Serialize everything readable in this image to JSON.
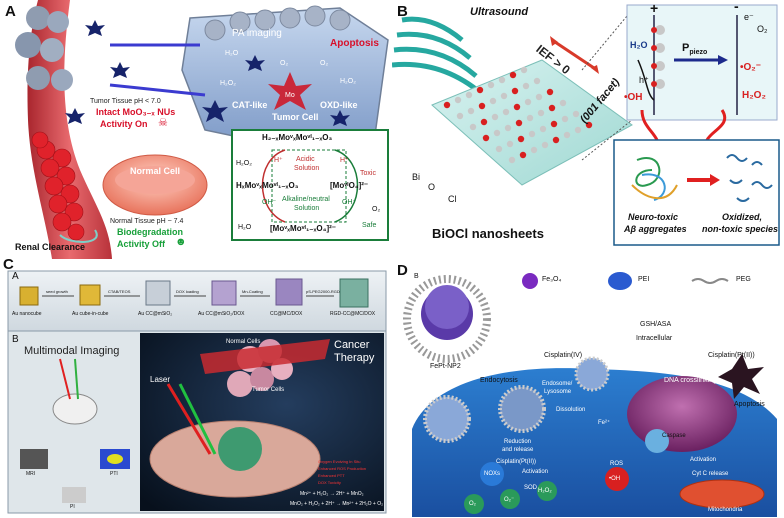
{
  "panelA": {
    "label": "A",
    "pa_imaging": "PA imaging",
    "apoptosis": "Apoptosis",
    "h2o": "H₂O",
    "o2a": "O₂",
    "o2b": "O₂",
    "h2o2a": "H₂O₂",
    "h2o2b": "H₂O₂",
    "cat_like": "CAT-like",
    "oxd_like": "OXD-like",
    "mo": "Mo",
    "tumor_cell": "Tumor Cell",
    "tumor_ph": "Tumor Tissue pH < 7.0",
    "intact": "Intact MoO₃₋ₓ NUs",
    "activity_on": "Activity On",
    "normal_cell": "Normal Cell",
    "normal_ph": "Normal Tissue pH ~ 7.4",
    "biodegradation": "Biodegradation",
    "activity_off": "Activity Off",
    "renal": "Renal Clearance",
    "box_top": "H₂₋ₓMoᵛₓMoᵛᴵ₁₋ₓO₃",
    "box_left": "HₓMoᵛₓMoᵛᴵ₁₋ₓO₃",
    "box_right": "[MoᵛᴵO₄]²⁻",
    "box_bottom": "[MoᵛₓMoᵛᴵ₁₋ₓO₄]²⁻",
    "acidic": "Acidic",
    "solution1": "Solution",
    "alkaline": "Alkaline/neutral",
    "solution2": "Solution",
    "toxic": "Toxic",
    "safe": "Safe",
    "hplus1": "H⁺",
    "hplus2": "H⁺",
    "oh1": "OH⁻",
    "oh2": "OH⁻",
    "box_h2o2": "H₂O₂",
    "box_h2o": "H₂O",
    "box_o2": "O₂"
  },
  "panelB": {
    "label": "B",
    "ultrasound": "Ultrasound",
    "ief": "IEF > 0",
    "facet": "(001 facet)",
    "bi": "Bi",
    "o": "O",
    "cl": "Cl",
    "caption": "BiOCl nanosheets",
    "plus": "+",
    "minus": "-",
    "piezo": "P",
    "piezo_sub": "piezo",
    "h2o": "H₂O",
    "o2": "O₂",
    "eminus": "e⁻",
    "hplus": "h⁺",
    "oh": "•OH",
    "o2rad": "•O₂⁻",
    "h2o2": "H₂O₂",
    "neuro": "Neuro-toxic",
    "abeta": "Aβ aggregates",
    "oxidized": "Oxidized,",
    "nontoxic": "non-toxic species"
  },
  "panelC": {
    "label": "C",
    "sublabel_a": "A",
    "steps": [
      "Au nanocube",
      "Au cube-in-cube",
      "Au CC@mSiO₂",
      "Au CC@mSiO₂/DOX",
      "CC@MC/DOX",
      "RGD-CC@MC/DOX"
    ],
    "arrows": [
      "seed growth",
      "CTAB/TEOS",
      "DOX loading",
      "Mn-Coating",
      "pS-PEG2000-RGD"
    ],
    "sublabel_b": "B",
    "multimodal": "Multimodal Imaging",
    "cancer": "Cancer",
    "therapy": "Therapy",
    "normal_cells": "Normal Cells",
    "tumor_cells": "Tumor Cells",
    "laser": "Laser",
    "legend": [
      "Oxygen Evolving In Situ",
      "Enhanced ROS Production",
      "Enhanced PTT",
      "DOX Toxicity"
    ],
    "eq1": "Mn²⁺ + H₂O₂ → 2H⁺ + MnO₂",
    "eq2": "MnO₂ + H₂O₂ + 2H⁺ → Mn²⁺ + 2H₂O + O₂",
    "mri": "MRI",
    "pti": "PTI",
    "pi": "PI"
  },
  "panelD": {
    "label": "D",
    "sublabel_b": "B",
    "fe3o4": "Fe₃O₄",
    "pei": "PEI",
    "peg": "PEG",
    "fept": "FePt-NP2",
    "cis4": "Cisplatin(IV)",
    "gsh": "GSH/ASA",
    "intracellular": "Intracellular",
    "cis2": "Cisplatin(Pt(II))",
    "endocytosis": "Endocytosis",
    "endosome": "Endosome/",
    "lysosome": "Lysosome",
    "dissolution": "Dissolution",
    "reduction": "Reduction",
    "release": "and release",
    "cisplatin_pt2": "Cisplatin(Pt(II))",
    "dna": "DNA crosslinking",
    "apoptosis": "Apoptosis",
    "caspase": "Caspase",
    "activation1": "Activation",
    "activation2": "Activation",
    "cytc": "Cyt C release",
    "mito": "Mitochondria",
    "nox": "NOXs",
    "o2a": "O₂",
    "o2b": "O₂⁻",
    "sod": "SOD",
    "h2o2": "H₂O₂",
    "ros": "ROS",
    "oh": "•OH",
    "fe2": "Fe²⁺"
  }
}
